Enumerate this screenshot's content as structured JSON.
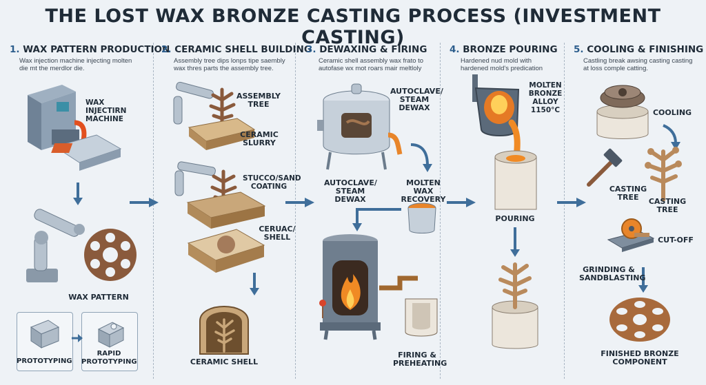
{
  "title": "THE LOST WAX BRONZE CASTING PROCESS (INVESTMENT CASTING)",
  "stages": [
    {
      "num": "1.",
      "name": "WAX PATTERN PRODUCTION",
      "desc": "Wax injection machine injecting molten die mt the merdlor die.",
      "labels": {
        "machine": "WAX INJECTIRN MACHINE",
        "pattern": "WAX PATTERN",
        "prototyping": "PROTOTYPING",
        "rapid": "RAPID PROTOTYPING"
      }
    },
    {
      "num": "2.",
      "name": "CERAMIC SHELL BUILDING",
      "desc": "Assembly tree dips lonps tipe saembly wax thres parts the assembly tree.",
      "labels": {
        "tree": "ASSEMBLY TREE",
        "slurry": "CERAMIC SLURRY",
        "stucco": "STUCCO/SAND COATING",
        "shell_mid": "CERUAC/ SHELL",
        "shell": "CERAMIC SHELL"
      }
    },
    {
      "num": "3.",
      "name": "DEWAXING & FIRING",
      "desc": "Ceramic shell assembly wax frato to autofase wx mot roars mair meltloly",
      "labels": {
        "autoclave_top": "AUTOCLAVE/ STEAM DEWAX",
        "autoclave_mid": "AUTOCLAVE/ STEAM DEWAX",
        "recovery": "MOLTEN WAX RECOVERY",
        "firing": "FIRING & PREHEATING"
      }
    },
    {
      "num": "4.",
      "name": "BRONZE POURING",
      "desc": "Hardened nud mold with hardened mold's predication",
      "labels": {
        "alloy": "MOLTEN BRONZE ALLOY 1150°C",
        "pouring": "POURING"
      }
    },
    {
      "num": "5.",
      "name": "COOLING & FINISHING",
      "desc": "Castling break awsing casting casting at loss comple catting.",
      "labels": {
        "cooling": "COOLING",
        "tree_left": "CASTING TREE",
        "tree_right": "CASTING TREE",
        "cutoff": "CUT-OFF",
        "grinding": "GRINDING & SANDBLASTING",
        "finished": "FINISHED BRONZE COMPONENT"
      }
    }
  ],
  "colors": {
    "arrow": "#3f6e9a",
    "wax": "#8a5a3c",
    "bronze": "#c9813a",
    "molten": "#f08a24",
    "steel": "#b9c4cf",
    "ceramic": "#e9e2d2",
    "sand": "#c9a77a"
  }
}
